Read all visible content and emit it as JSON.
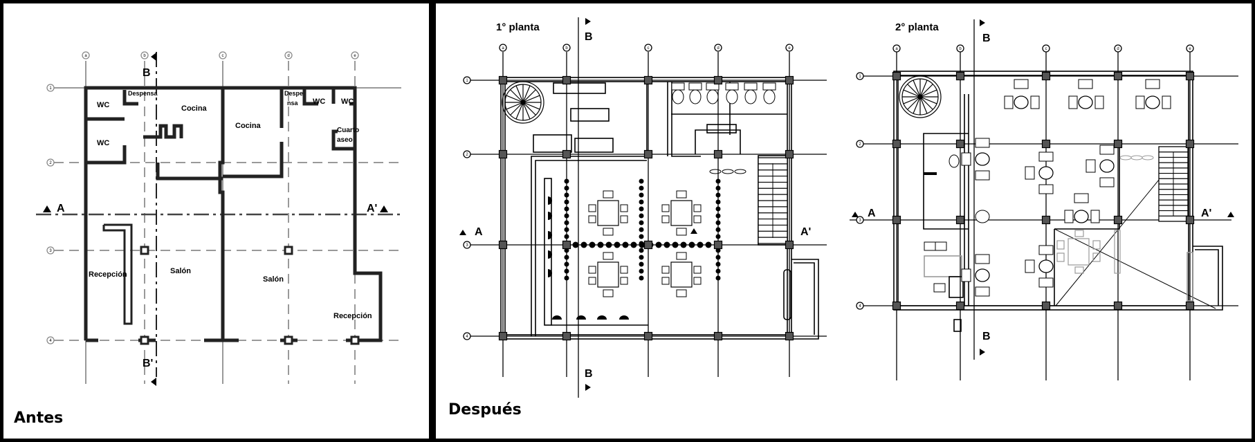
{
  "panels": {
    "before": {
      "caption": "Antes",
      "grid_columns": [
        "a",
        "b",
        "c",
        "d",
        "e"
      ],
      "grid_rows": [
        "1",
        "2",
        "3",
        "4"
      ],
      "rooms": {
        "wc_1": "WC",
        "wc_2": "WC",
        "despensa_left": "Despensa",
        "cocina_left": "Cocina",
        "cocina_right": "Cocina",
        "despensa_right_1": "Despe",
        "despensa_right_2": "nsa",
        "wc_3": "WC",
        "wc_4": "WC",
        "cuarto_aseo_1": "Cuarto",
        "cuarto_aseo_2": "aseo",
        "recepcion_left": "Recepción",
        "salon_left": "Salón",
        "salon_right": "Salón",
        "recepcion_right": "Recepción"
      },
      "sections": {
        "a": "A",
        "a_prime": "A'",
        "b": "B",
        "b_prime": "B'"
      }
    },
    "after": {
      "caption": "Después",
      "floor1": {
        "title": "1° planta",
        "grid_columns": [
          "a",
          "b",
          "c",
          "d",
          "e"
        ],
        "grid_rows": [
          "1",
          "2",
          "3",
          "4"
        ],
        "sections": {
          "a": "A",
          "a_prime": "A'",
          "b_top": "B",
          "b_bottom": "B"
        }
      },
      "floor2": {
        "title": "2° planta",
        "grid_columns": [
          "a",
          "b",
          "c",
          "d",
          "e"
        ],
        "grid_rows": [
          "1",
          "2",
          "3",
          "4"
        ],
        "sections": {
          "a": "A",
          "a_prime": "A'",
          "b_top": "B",
          "b_bottom": "B"
        }
      }
    }
  }
}
